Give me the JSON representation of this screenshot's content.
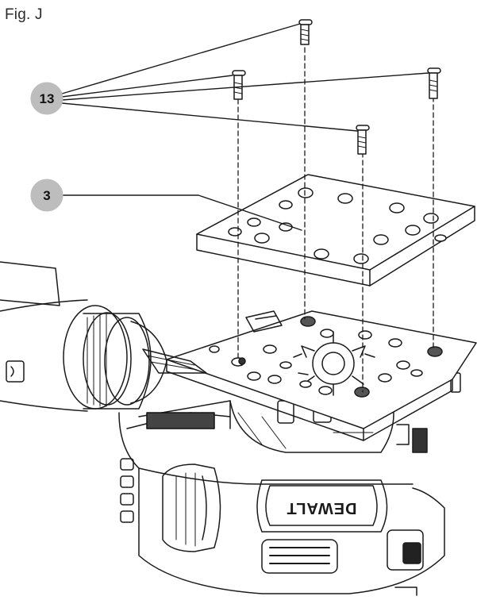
{
  "figure": {
    "title": "Fig. J"
  },
  "callouts": [
    {
      "id": "screws",
      "label": "13"
    },
    {
      "id": "pad",
      "label": "3"
    }
  ],
  "branding": {
    "logo_text": "DEWALT"
  },
  "colors": {
    "line": "#1a1a1a",
    "callout_fill": "#bdbdbd",
    "paper": "#ffffff"
  }
}
